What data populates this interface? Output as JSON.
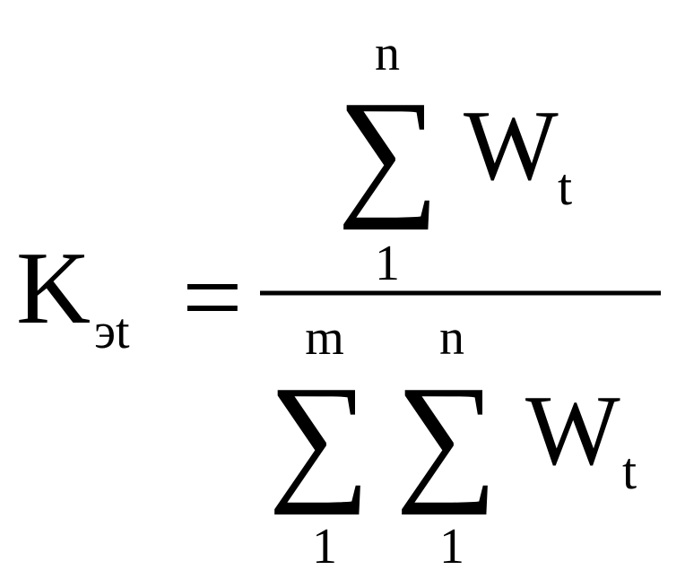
{
  "formula": {
    "lhs": {
      "symbol": "K",
      "subscript": "эt"
    },
    "equals": "=",
    "numerator": {
      "sum": {
        "sigma": "∑",
        "upper": "n",
        "lower": "1"
      },
      "term": {
        "symbol": "W",
        "subscript": "t"
      }
    },
    "denominator": {
      "outer_sum": {
        "sigma": "∑",
        "upper": "m",
        "lower": "1"
      },
      "inner_sum": {
        "sigma": "∑",
        "upper": "n",
        "lower": "1"
      },
      "term": {
        "symbol": "W",
        "subscript": "t"
      }
    }
  },
  "colors": {
    "ink": "#000000",
    "background": "#ffffff"
  }
}
